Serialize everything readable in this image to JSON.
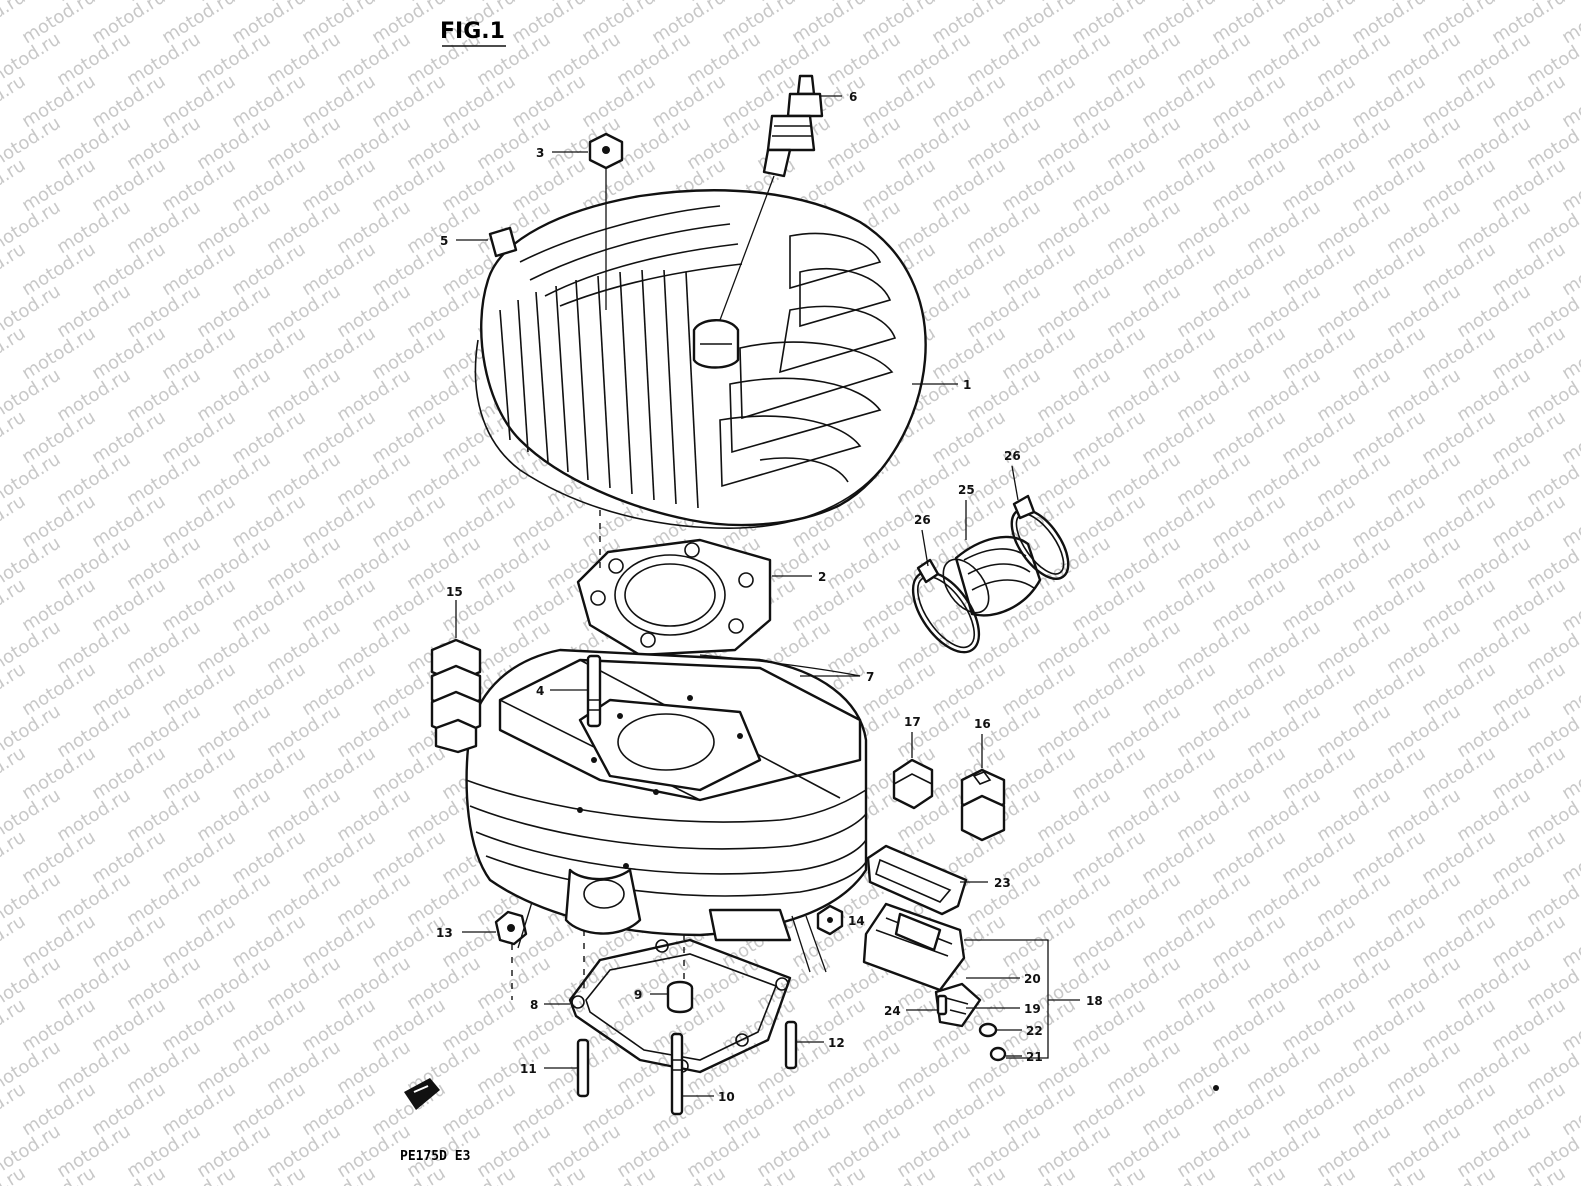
{
  "title": "FIG.1",
  "model_code": "PE175D E3",
  "watermark": "motod.ru",
  "callouts": [
    "1",
    "2",
    "3",
    "4",
    "5",
    "6",
    "7",
    "8",
    "9",
    "10",
    "11",
    "12",
    "13",
    "14",
    "15",
    "16",
    "17",
    "18",
    "19",
    "20",
    "21",
    "22",
    "23",
    "24",
    "25",
    "26",
    "26"
  ]
}
